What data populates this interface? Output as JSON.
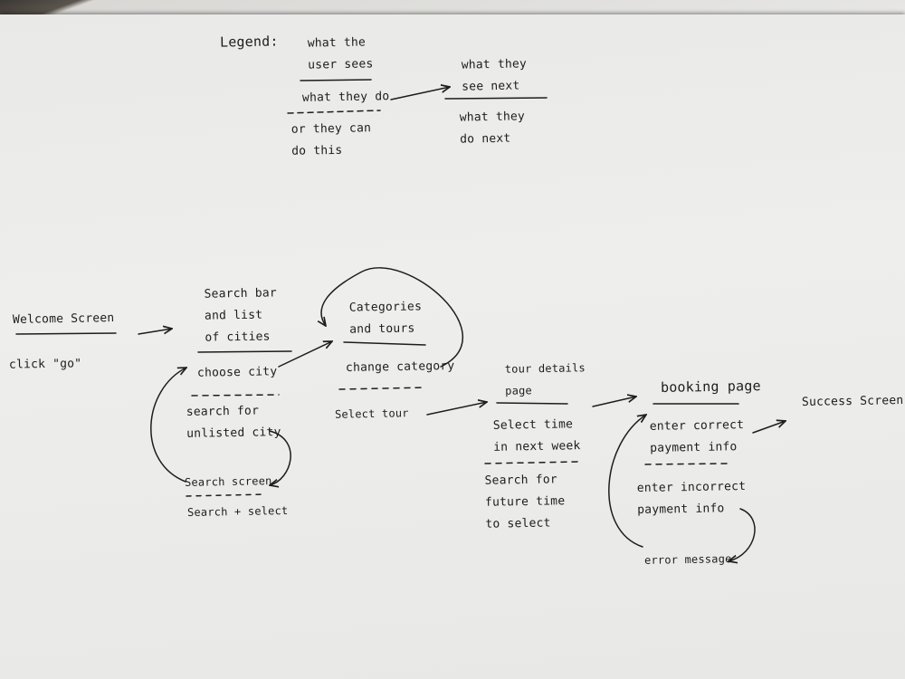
{
  "legend": {
    "title": "Legend:",
    "sees": "what the\nuser sees",
    "does": "what they do",
    "or_can": "or they can\ndo this",
    "next_sees": "what they\nsee next",
    "next_does": "what they\ndo next"
  },
  "flow": {
    "welcome": {
      "sees": "Welcome Screen",
      "does": "click \"go\""
    },
    "search": {
      "sees": "Search bar\nand list\nof cities",
      "does": "choose city",
      "alt": "search for\nunlisted city",
      "search_screen": "Search screen",
      "search_select": "Search + select"
    },
    "categories": {
      "sees": "Categories\nand tours",
      "does": "change category",
      "alt": "Select tour"
    },
    "tour_details": {
      "sees": "tour details\npage",
      "does": "Select time\nin next week",
      "alt": "Search for\nfuture time\nto select"
    },
    "booking": {
      "sees": "booking page",
      "does": "enter correct\npayment info",
      "alt": "enter incorrect\npayment info",
      "error": "error message"
    },
    "success": {
      "sees": "Success Screen"
    }
  },
  "colors": {
    "ink": "#1f1d1a",
    "paper": "#ebebe9",
    "backdrop": "#4a4540"
  }
}
